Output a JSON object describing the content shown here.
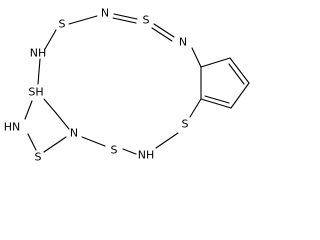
{
  "atoms": {
    "s_top_left": "S",
    "n_top": "N",
    "s_top_right": "S",
    "n_right": "N",
    "nh_upper": "NH",
    "sh_mid": "SH",
    "hn_lower": "HN",
    "s_lower_left": "S",
    "n_lower": "N",
    "s_bottom": "S",
    "nh_bottom": "NH",
    "s_right": "S"
  }
}
